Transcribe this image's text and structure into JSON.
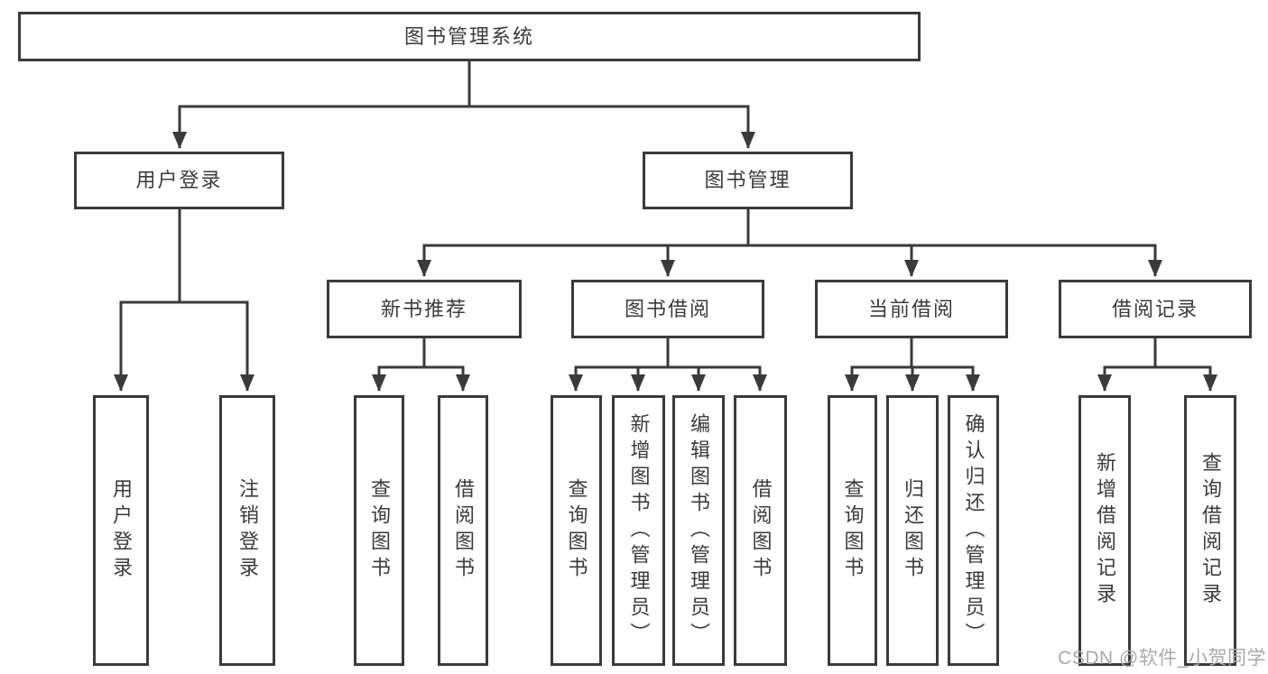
{
  "tree": {
    "root": {
      "label": "图书管理系统",
      "children": [
        {
          "label": "用户登录",
          "children": [
            {
              "label": "用户登录"
            },
            {
              "label": "注销登录"
            }
          ]
        },
        {
          "label": "图书管理",
          "children": [
            {
              "label": "新书推荐",
              "children": [
                {
                  "label": "查询图书"
                },
                {
                  "label": "借阅图书"
                }
              ]
            },
            {
              "label": "图书借阅",
              "children": [
                {
                  "label": "查询图书"
                },
                {
                  "label": "新增图书（管理员）"
                },
                {
                  "label": "编辑图书（管理员）"
                },
                {
                  "label": "借阅图书"
                }
              ]
            },
            {
              "label": "当前借阅",
              "children": [
                {
                  "label": "查询图书"
                },
                {
                  "label": "归还图书"
                },
                {
                  "label": "确认归还（管理员）"
                }
              ]
            },
            {
              "label": "借阅记录",
              "children": [
                {
                  "label": "新增借阅记录"
                },
                {
                  "label": "查询借阅记录"
                }
              ]
            }
          ]
        }
      ]
    }
  },
  "watermark": "CSDN @软件_小贺同学",
  "colors": {
    "line": "#3a3a3a",
    "box_border": "#3a3a3a",
    "box_fill": "#ffffff",
    "text": "#3b3b3b",
    "watermark": "#a9a9a9",
    "background": "#ffffff"
  }
}
